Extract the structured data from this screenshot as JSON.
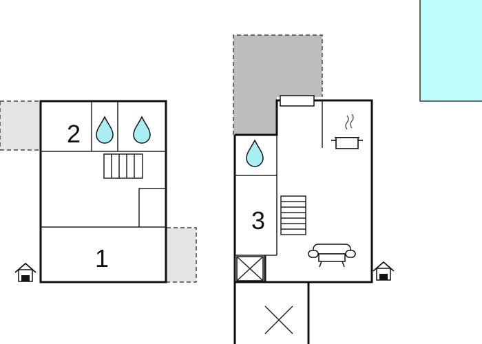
{
  "floorplan": {
    "colors": {
      "wall": "#111111",
      "terrace": "#e4e4e4",
      "covered_area": "#bdbdbd",
      "pool": "#bffcfc",
      "water_drop": "#a8eef2"
    },
    "rooms": [
      {
        "id": "room-1",
        "number": "1"
      },
      {
        "id": "room-2",
        "number": "2"
      },
      {
        "id": "room-3",
        "number": "3"
      }
    ],
    "icons": [
      "water-drop-icon",
      "stairs-icon",
      "cooking-pot-icon",
      "sofa-icon",
      "entrance-house-icon",
      "void-cross-icon"
    ]
  }
}
